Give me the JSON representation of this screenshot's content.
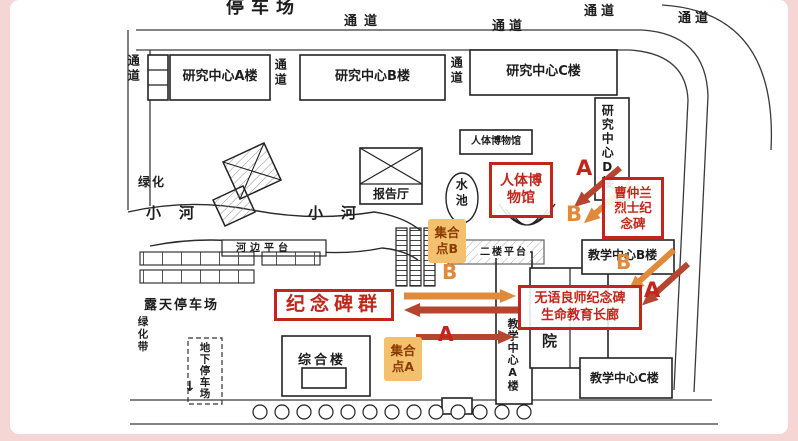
{
  "palette": {
    "frame_bg": "#f6d5d5",
    "map_bg": "#ffffff",
    "ink": "#1d1d1d",
    "red": "#c2251a",
    "arrow_red": "#b5452f",
    "orange": "#e08a3c",
    "badge_bg": "#f3c06d",
    "badge_text": "#8a3b00"
  },
  "map": {
    "top_labels": {
      "parking_lot": "停车场",
      "passage": "通道"
    },
    "buildings": {
      "research_a": "研究中心A楼",
      "research_b": "研究中心B楼",
      "research_c": "研究中心C楼",
      "research_d": "研究中心D楼",
      "teaching_a": "教学中心A楼",
      "teaching_b": "教学中心B楼",
      "teaching_c": "教学中心C楼",
      "complex_building": "综合楼",
      "lecture_hall": "报告厅",
      "body_museum": "人体博物馆",
      "hospital_char": "院"
    },
    "places": {
      "green": "绿化",
      "green_belt": "绿化带",
      "river": "小河",
      "pool": "水池",
      "riverside_platform": "河边平台",
      "second_floor_platform": "二楼平台",
      "open_air_parking": "露天停车场",
      "underground_parking": "地下停车场",
      "down_arrow": "↓"
    },
    "annotations": {
      "museum_box": {
        "line1": "人体博",
        "line2": "物馆"
      },
      "martyr_box": {
        "line1": "曹仲兰",
        "line2": "烈士纪",
        "line3": "念碑"
      },
      "monument_group": "纪念碑群",
      "corridor_box": {
        "line1": "无语良师纪念碑",
        "line2": "生命教育长廊"
      },
      "assembly_b": {
        "line1": "集合",
        "line2": "点B"
      },
      "assembly_a": {
        "line1": "集合",
        "line2": "点A"
      },
      "marker_a": "A",
      "marker_b": "B"
    }
  }
}
